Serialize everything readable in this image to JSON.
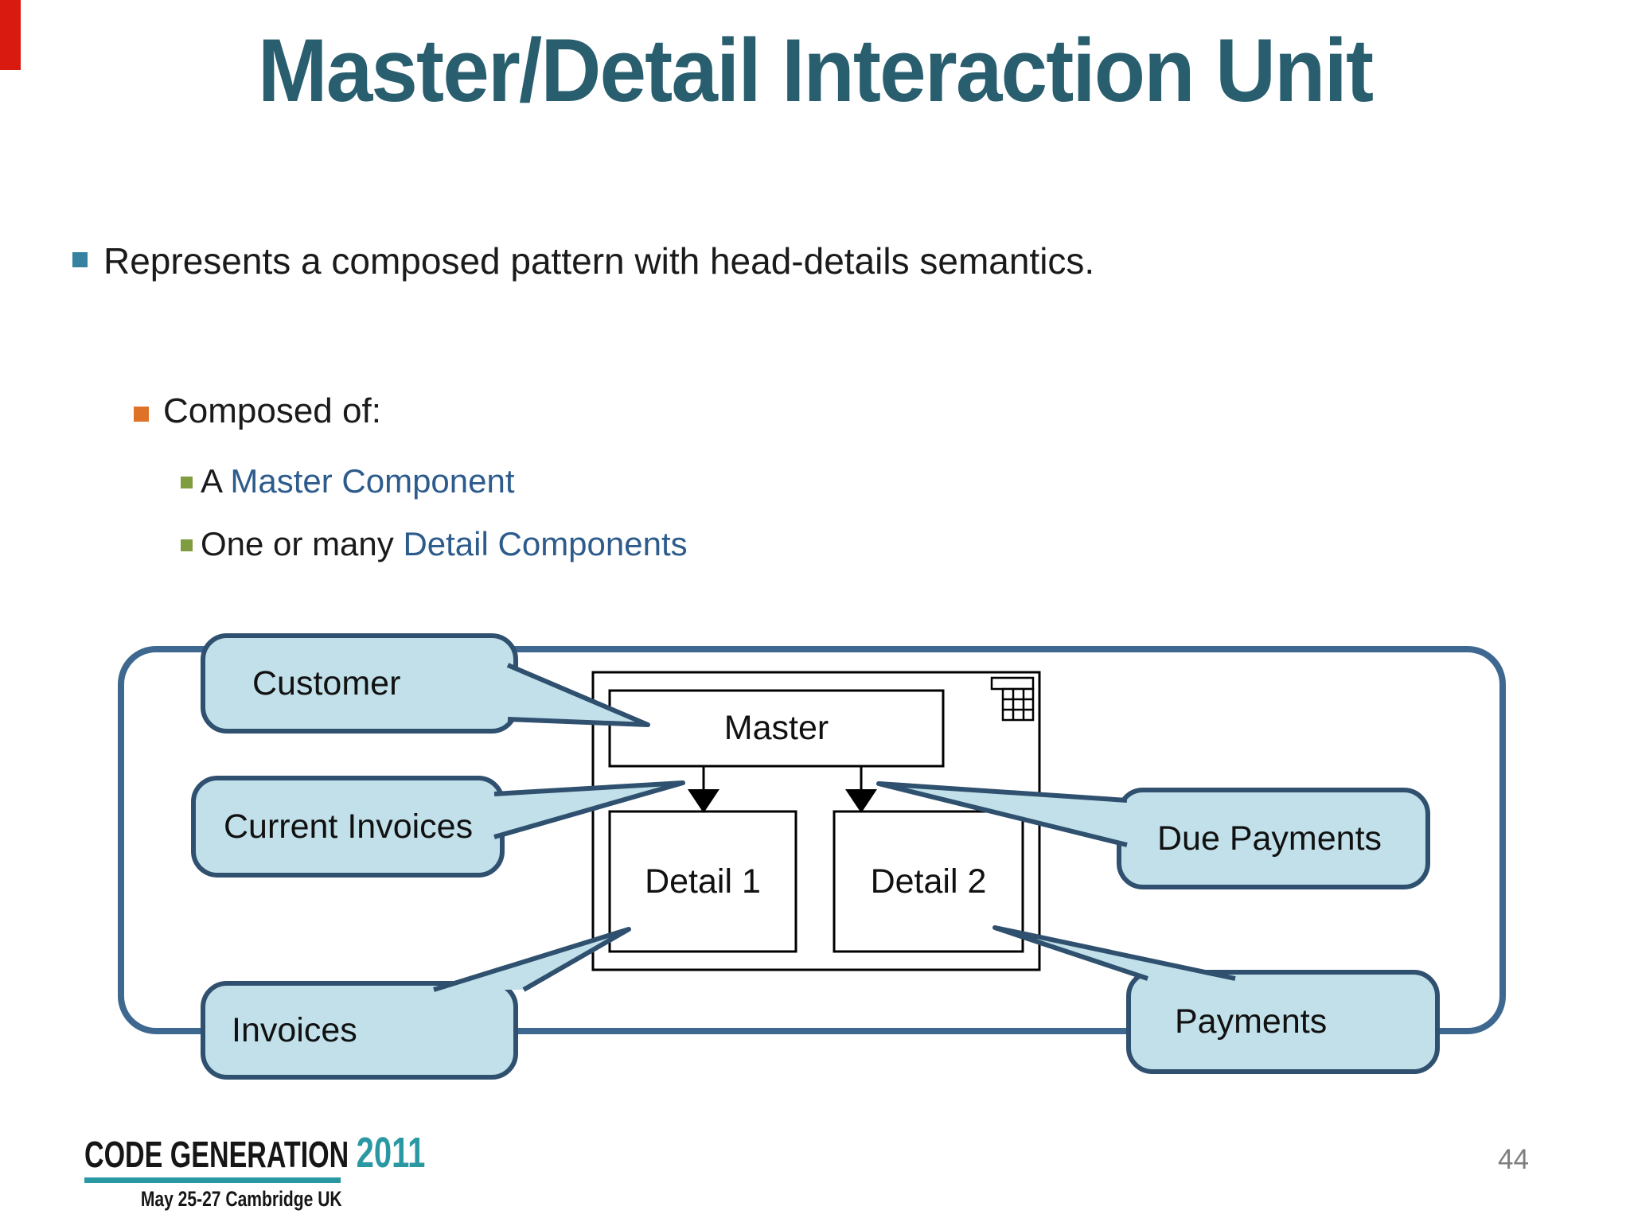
{
  "slide": {
    "title": "Master/Detail Interaction Unit",
    "page_number": "44"
  },
  "bullets": {
    "level1": "Represents a composed pattern with head-details semantics.",
    "level2": "Composed of:",
    "level3": [
      {
        "prefix": "A ",
        "emphasis": "Master Component"
      },
      {
        "prefix": "One or many ",
        "emphasis": "Detail Components"
      }
    ]
  },
  "diagram": {
    "master": "Master",
    "detail1": "Detail 1",
    "detail2": "Detail 2",
    "callouts": {
      "customer": "Customer",
      "current_invoices": "Current Invoices",
      "due_payments": "Due Payments",
      "invoices": "Invoices",
      "payments": "Payments"
    },
    "icons": {
      "table_grid": "table-grid-icon"
    }
  },
  "footer": {
    "logo_line1_black": "CODE GENERATION ",
    "logo_line1_teal": "2011",
    "logo_line2": "May 25-27 Cambridge UK"
  },
  "colors": {
    "title": "#295E6E",
    "bullet_teal": "#3781A1",
    "bullet_orange": "#DE7226",
    "bullet_olive": "#7F9C3F",
    "link_blue": "#2D5B8C",
    "callout_fill": "#C1E0EA",
    "callout_border": "#2F506E",
    "container_border": "#3E6890",
    "diagram_line": "#000000",
    "logo_teal": "#2A98A3",
    "page_number_gray": "#7F7F7F",
    "corner_marker_red": "#D81A10"
  }
}
